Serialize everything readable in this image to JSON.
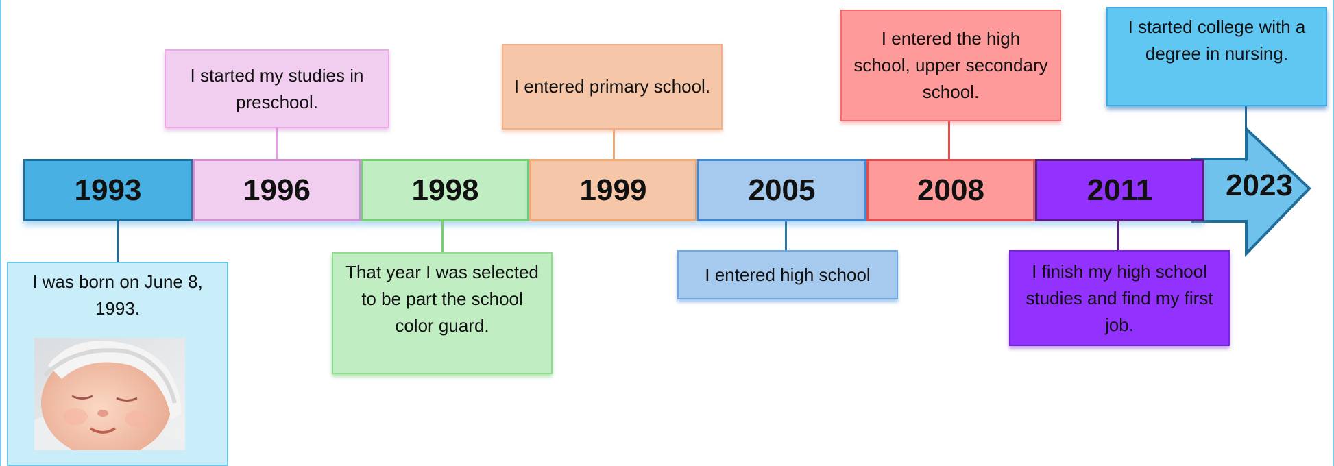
{
  "timeline": {
    "years": [
      "1993",
      "1996",
      "1998",
      "1999",
      "2005",
      "2008",
      "2011",
      "2023"
    ],
    "colors": {
      "y1993": "#48b0e2",
      "y1996": "#f1cdef",
      "y1998": "#c0eec2",
      "y1999": "#f6c6a8",
      "y2005": "#a6c9ee",
      "y2008": "#ff9a9a",
      "y2011": "#9332ff",
      "arrow": "#6fc2ec"
    }
  },
  "events": {
    "e1993": {
      "text": "I was born on June 8, 1993.",
      "photo": "sleeping-baby-photo"
    },
    "e1996": {
      "text": "I started my studies in preschool."
    },
    "e1998": {
      "text": "That year I was selected to be part the school color guard."
    },
    "e1999": {
      "text": "I entered primary school."
    },
    "e2005": {
      "text": "I entered high school"
    },
    "e2008": {
      "text": "I entered the high school, upper secondary  school."
    },
    "e2011": {
      "text": "I finish my high school studies and find my first job."
    },
    "e2023": {
      "text": "I started college with a degree in nursing."
    }
  }
}
